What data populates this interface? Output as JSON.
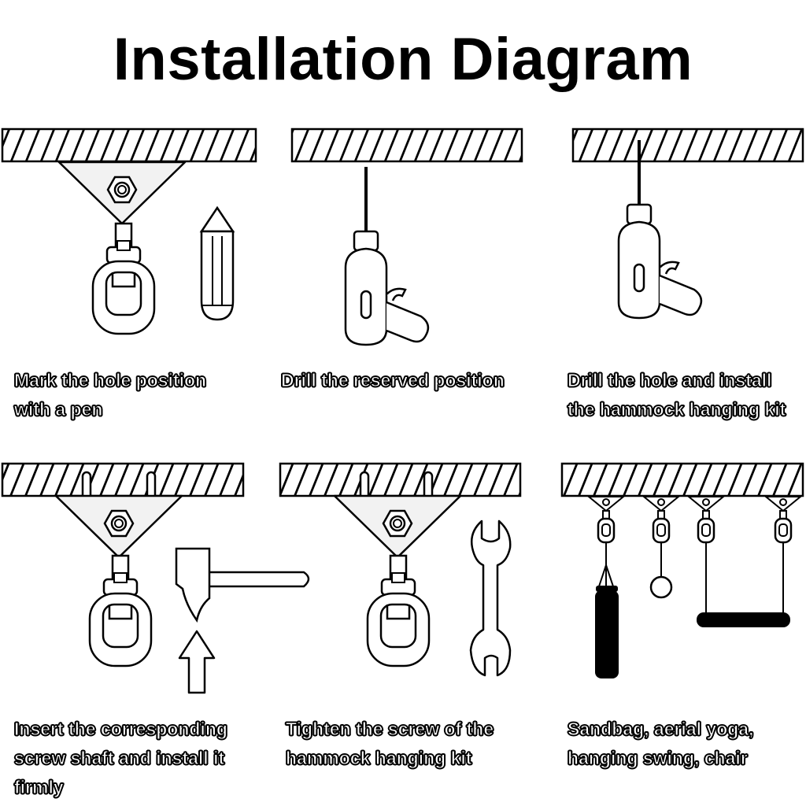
{
  "title": "Installation Diagram",
  "steps": [
    {
      "lines": [
        "Mark the hole position",
        "with a pen"
      ]
    },
    {
      "lines": [
        "Drill the reserved position"
      ]
    },
    {
      "lines": [
        "Drill the hole and install",
        "the hammock hanging kit"
      ]
    },
    {
      "lines": [
        "Insert the corresponding",
        "screw shaft and install it",
        "firmly"
      ]
    },
    {
      "lines": [
        "Tighten the screw of the",
        "hammock hanging kit"
      ]
    },
    {
      "lines": [
        "Sandbag, aerial yoga,",
        "hanging swing, chair"
      ]
    }
  ],
  "icons": [
    "ceiling-icon",
    "mounting-plate-icon",
    "hex-nut-icon",
    "swivel-hook-icon",
    "pencil-icon",
    "drill-icon",
    "screw-icon",
    "hammer-icon",
    "arrow-up-icon",
    "wrench-icon",
    "sandbag-icon",
    "ball-icon",
    "swing-icon"
  ],
  "colors": {
    "line": "#000000",
    "fill": "#ffffff",
    "plate": "#f2f2f2"
  }
}
